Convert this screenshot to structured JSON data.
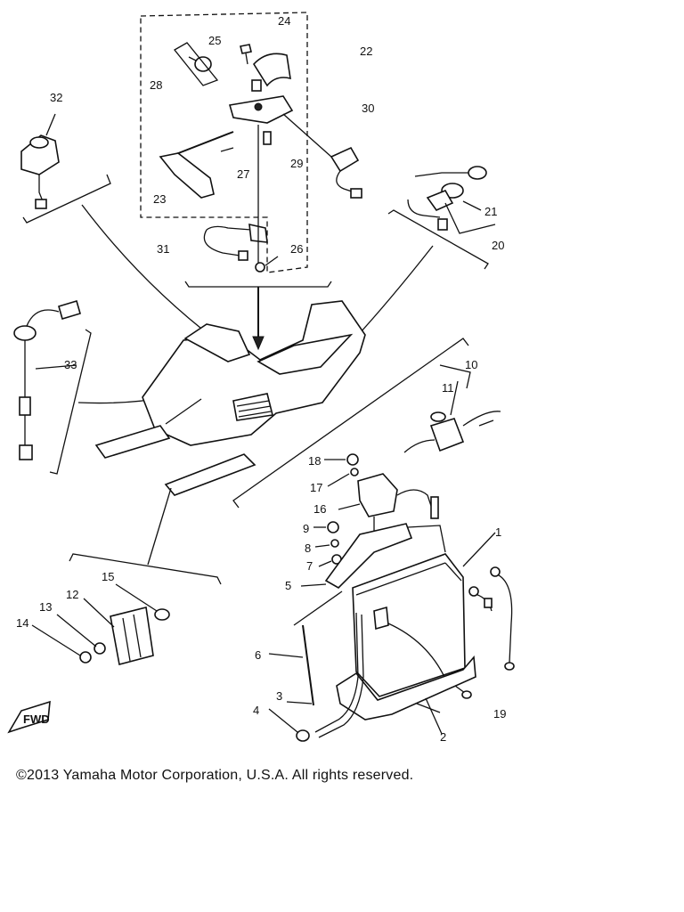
{
  "diagram": {
    "callouts": [
      "1",
      "2",
      "3",
      "4",
      "5",
      "6",
      "7",
      "8",
      "9",
      "10",
      "11",
      "12",
      "13",
      "14",
      "15",
      "16",
      "17",
      "18",
      "19",
      "20",
      "21",
      "22",
      "23",
      "24",
      "25",
      "26",
      "27",
      "28",
      "29",
      "30",
      "31",
      "32",
      "33"
    ],
    "arrow_badge": "FWD"
  },
  "footer": {
    "copyright": "©2013 Yamaha Motor Corporation, U.S.A. All rights reserved."
  }
}
